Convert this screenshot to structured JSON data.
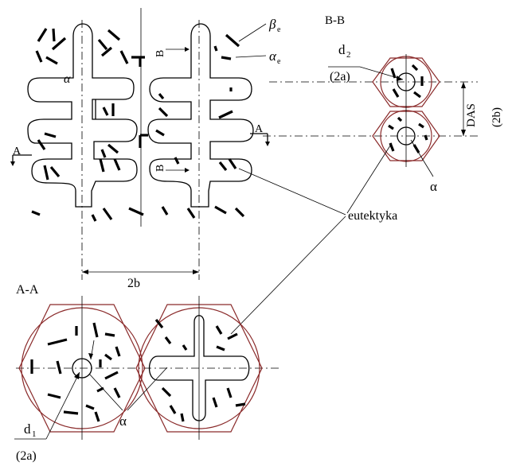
{
  "labels": {
    "section_bb": "B-B",
    "section_aa": "A-A",
    "alpha": "α",
    "beta_e": "β",
    "alpha_e": "α",
    "sub_e": "e",
    "arrow_a": "A",
    "arrow_b": "B",
    "d2": "d",
    "d2_sub": "2",
    "two_a": "(2a)",
    "d1": "d",
    "d1_sub": "1",
    "das": "DAS",
    "two_b_paren": "(2b)",
    "two_b": "2b",
    "eutektyka": "eutektyka"
  }
}
